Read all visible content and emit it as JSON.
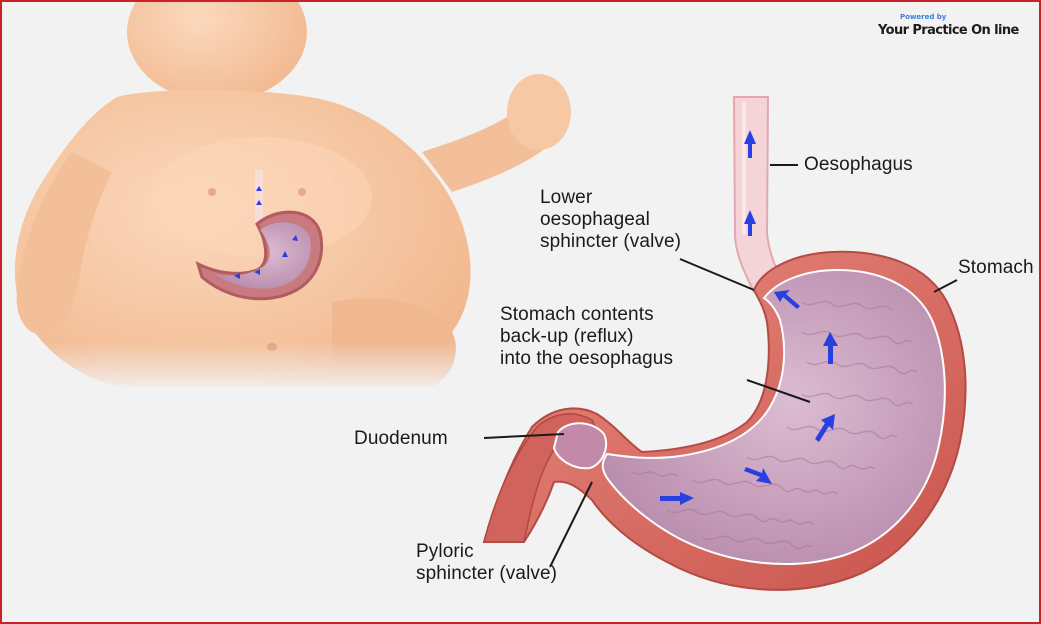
{
  "branding": {
    "powered_by": "Powered by",
    "name": "Your Practice On line"
  },
  "labels": {
    "oesophagus": "Oesophagus",
    "lower_sphincter": "Lower\noesophageal\nsphincter (valve)",
    "stomach": "Stomach",
    "reflux": "Stomach contents\nback-up (reflux)\ninto the oesophagus",
    "duodenum": "Duodenum",
    "pyloric": "Pyloric\nsphincter (valve)"
  },
  "colors": {
    "frame": "#c8232b",
    "skin": "#f6c9a4",
    "stomach_wall": "#d86a60",
    "stomach_lining": "#c49ab8",
    "arrow": "#2a3fe0"
  }
}
